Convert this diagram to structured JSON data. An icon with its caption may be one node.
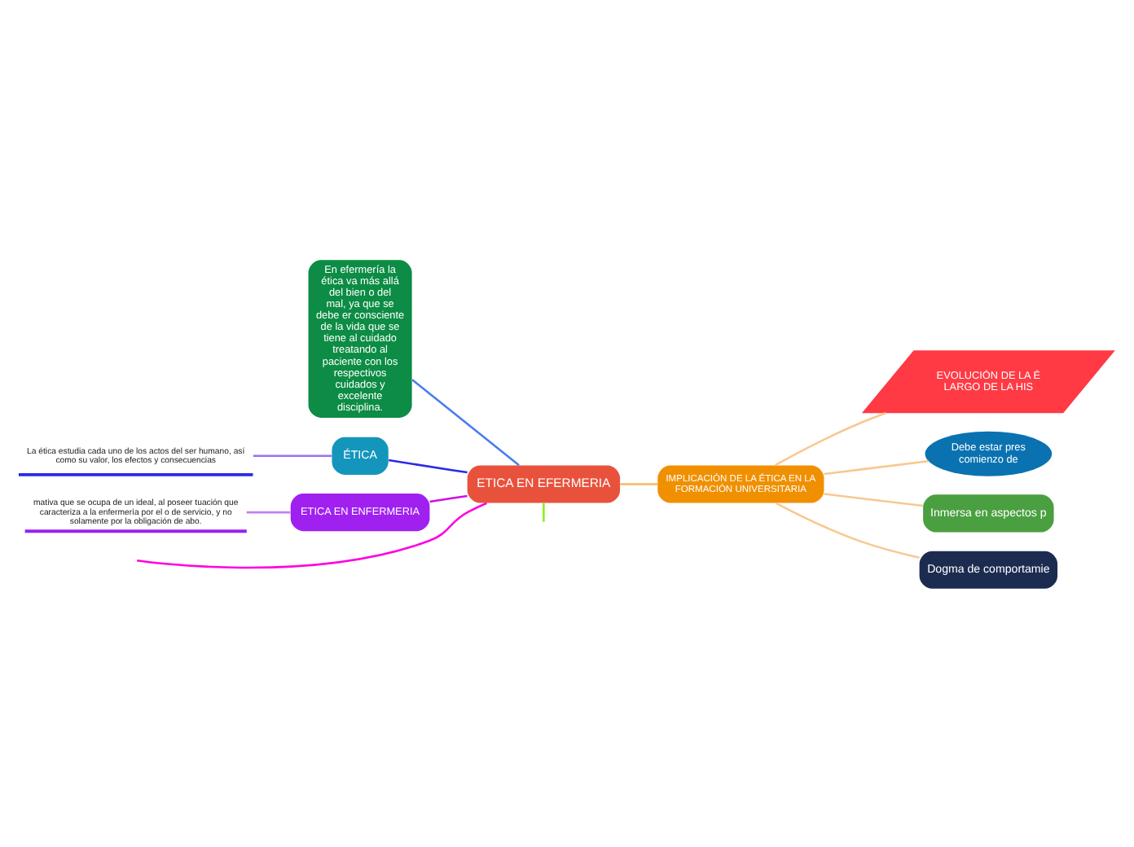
{
  "diagram": {
    "nodes": [
      {
        "text": [
          "ETICA EN EFERMERIA"
        ]
      },
      {
        "text": [
          "En efermería la ética va más allá del bien o del mal, ya que se debe er consciente de la vida que se tiene al cuidado treatando al paciente con los respectivos cuidados y excelente disciplina."
        ]
      },
      {
        "text": [
          "ÉTICA"
        ]
      },
      {
        "text": [
          "La ética estudia cada uno de los actos del ser humano, así como su valor, los efectos y consecuencias"
        ]
      },
      {
        "text": [
          "ETICA EN ENFERMERIA"
        ]
      },
      {
        "text": [
          "mativa que se ocupa de un ideal, al poseer tuación que caracteriza a la enfermería por el o de servicio, y no solamente por la obligación de abo."
        ]
      },
      {
        "text": [
          "IMPLICACIÓN DE LA ÉTICA EN LA FORMACIÓN UNIVERSITARIA"
        ]
      },
      {
        "text": [
          "EVOLUCIÓN DE LA É LARGO DE LA HIS"
        ]
      },
      {
        "text": [
          "Debe estar pres comienzo de"
        ]
      },
      {
        "text": [
          "Inmersa en aspectos p"
        ]
      },
      {
        "text": [
          "Dogma de comportamie"
        ]
      }
    ],
    "edges": [
      {
        "from": 0,
        "to": 1,
        "arrow": "none",
        "color": "#4a7cf0"
      },
      {
        "from": 0,
        "to": 2,
        "arrow": "none",
        "color": "#2a2ae8"
      },
      {
        "from": 2,
        "to": 3,
        "arrow": "none",
        "color": "#a070f0"
      },
      {
        "from": 0,
        "to": 4,
        "arrow": "none",
        "color": "#d010e0"
      },
      {
        "from": 4,
        "to": 5,
        "arrow": "none",
        "color": "#c080f0"
      },
      {
        "from": 0,
        "to": null,
        "arrow": "none",
        "color": "#ff00e0"
      },
      {
        "from": 0,
        "to": 6,
        "arrow": "none",
        "color": "#f8b860"
      },
      {
        "from": 0,
        "to": null,
        "arrow": "none",
        "color": "#88f020"
      },
      {
        "from": 6,
        "to": 7,
        "arrow": "none",
        "color": "#f8c890"
      },
      {
        "from": 6,
        "to": 8,
        "arrow": "none",
        "color": "#f8c890"
      },
      {
        "from": 6,
        "to": 9,
        "arrow": "none",
        "color": "#f8c890"
      },
      {
        "from": 6,
        "to": 10,
        "arrow": "none",
        "color": "#f8c890"
      }
    ]
  }
}
